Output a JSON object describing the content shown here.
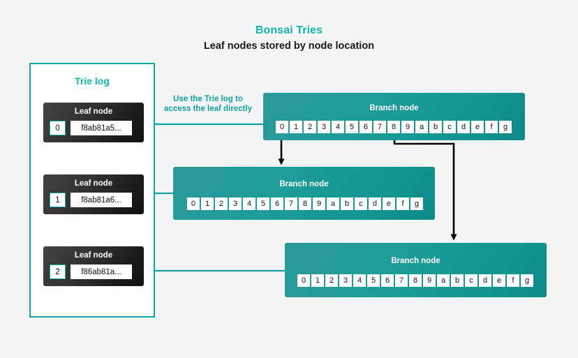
{
  "header": {
    "title": "Bonsai Tries",
    "subtitle": "Leaf nodes stored by node location"
  },
  "trie_log": {
    "title": "Trie log",
    "leaf_label": "Leaf node",
    "leaves": [
      {
        "index": "0",
        "hash": "f8ab81a5..."
      },
      {
        "index": "1",
        "hash": "f8ab81a6..."
      },
      {
        "index": "2",
        "hash": "f86ab81a..."
      }
    ]
  },
  "annotation": {
    "line1": "Use the Trie log to",
    "line2": "access the leaf directly"
  },
  "branch_nodes": [
    {
      "label": "Branch node",
      "cells": [
        "0",
        "1",
        "2",
        "3",
        "4",
        "5",
        "6",
        "7",
        "8",
        "9",
        "a",
        "b",
        "c",
        "d",
        "e",
        "f",
        "g"
      ]
    },
    {
      "label": "Branch node",
      "cells": [
        "0",
        "1",
        "2",
        "3",
        "4",
        "5",
        "6",
        "7",
        "8",
        "9",
        "a",
        "b",
        "c",
        "d",
        "e",
        "f",
        "g"
      ]
    },
    {
      "label": "Branch node",
      "cells": [
        "0",
        "1",
        "2",
        "3",
        "4",
        "5",
        "6",
        "7",
        "8",
        "9",
        "a",
        "b",
        "c",
        "d",
        "e",
        "f",
        "g"
      ]
    }
  ],
  "colors": {
    "background": "#f4f5f6",
    "teal": "#11b2ac",
    "teal_border": "#11a6a3",
    "branch_fill": "#17999a",
    "leaf_fill": "#2b2b2b",
    "arrow_black": "#000000",
    "arrow_teal": "#11a6a3"
  }
}
